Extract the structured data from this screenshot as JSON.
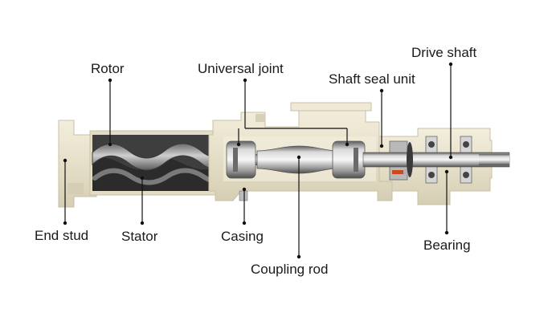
{
  "labels": {
    "rotor": "Rotor",
    "universal_joint": "Universal joint",
    "drive_shaft": "Drive shaft",
    "shaft_seal_unit": "Shaft seal unit",
    "end_stud": "End stud",
    "stator": "Stator",
    "casing": "Casing",
    "coupling_rod": "Coupling rod",
    "bearing": "Bearing"
  },
  "colors": {
    "background": "#ffffff",
    "casing": "#e9e3cf",
    "casing_shadow": "#d3ccb5",
    "stator": "#4a4a4a",
    "rotor": "#8e8e8e",
    "metal": "#c8c8c8",
    "leader": "#111111",
    "accent": "#c94a1e"
  }
}
